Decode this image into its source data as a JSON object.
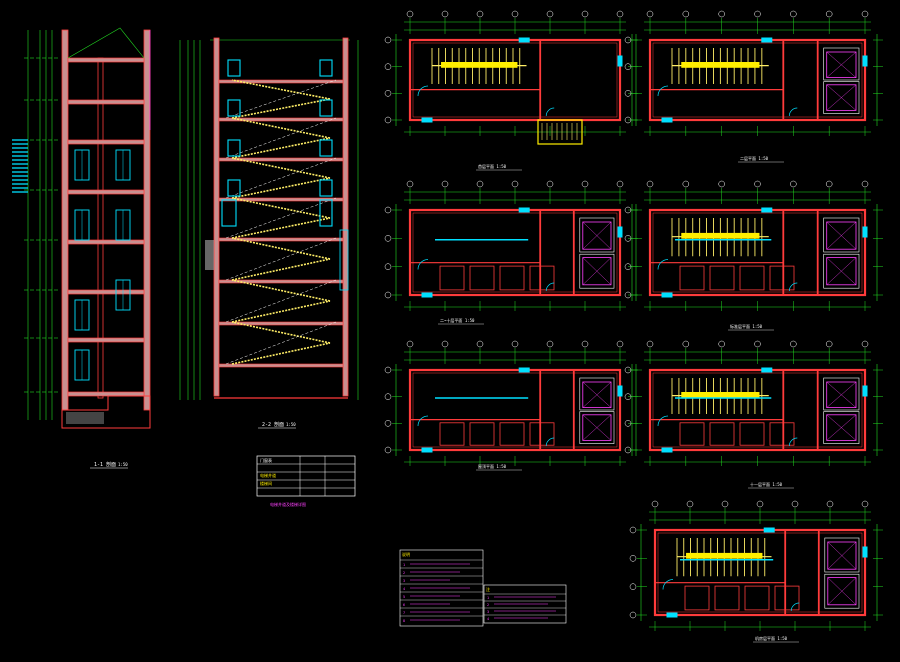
{
  "colors": {
    "background": "#000000",
    "wall": "#ff3b3b",
    "wall_fill": "#c89090",
    "dimension": "#22dd22",
    "window": "#00e0ff",
    "stair": "#ffee66",
    "highlight": "#ffee00",
    "annotation": "#ff40ff",
    "text": "#ffffff",
    "grid": "#ffffff"
  },
  "sections": [
    {
      "id": "elevation-section",
      "caption": "1-1 剖面",
      "scale": "1:50"
    },
    {
      "id": "stair-section",
      "caption": "2-2 剖面",
      "scale": "1:50"
    }
  ],
  "plans": [
    {
      "id": "plan-1",
      "caption": "首层平面 1:50"
    },
    {
      "id": "plan-2",
      "caption": "二层平面 1:50"
    },
    {
      "id": "plan-3",
      "caption": "二~十层平面 1:50"
    },
    {
      "id": "plan-4",
      "caption": "标准层平面 1:50"
    },
    {
      "id": "plan-5",
      "caption": "屋顶平面 1:50"
    },
    {
      "id": "plan-6",
      "caption": "十一层平面 1:50"
    },
    {
      "id": "plan-7",
      "caption": "机房层平面 1:50"
    }
  ],
  "title_block": {
    "header": "门窗表",
    "row_labels": [
      "电梯井道",
      "楼梯间"
    ],
    "note": "电梯井道及楼梯详图"
  },
  "notes": {
    "left_title": "说明",
    "left_lines": [
      "1",
      "2",
      "3",
      "4",
      "5",
      "6",
      "7",
      "8"
    ],
    "right_title": "注",
    "right_lines": [
      "1",
      "2",
      "3",
      "4"
    ]
  }
}
